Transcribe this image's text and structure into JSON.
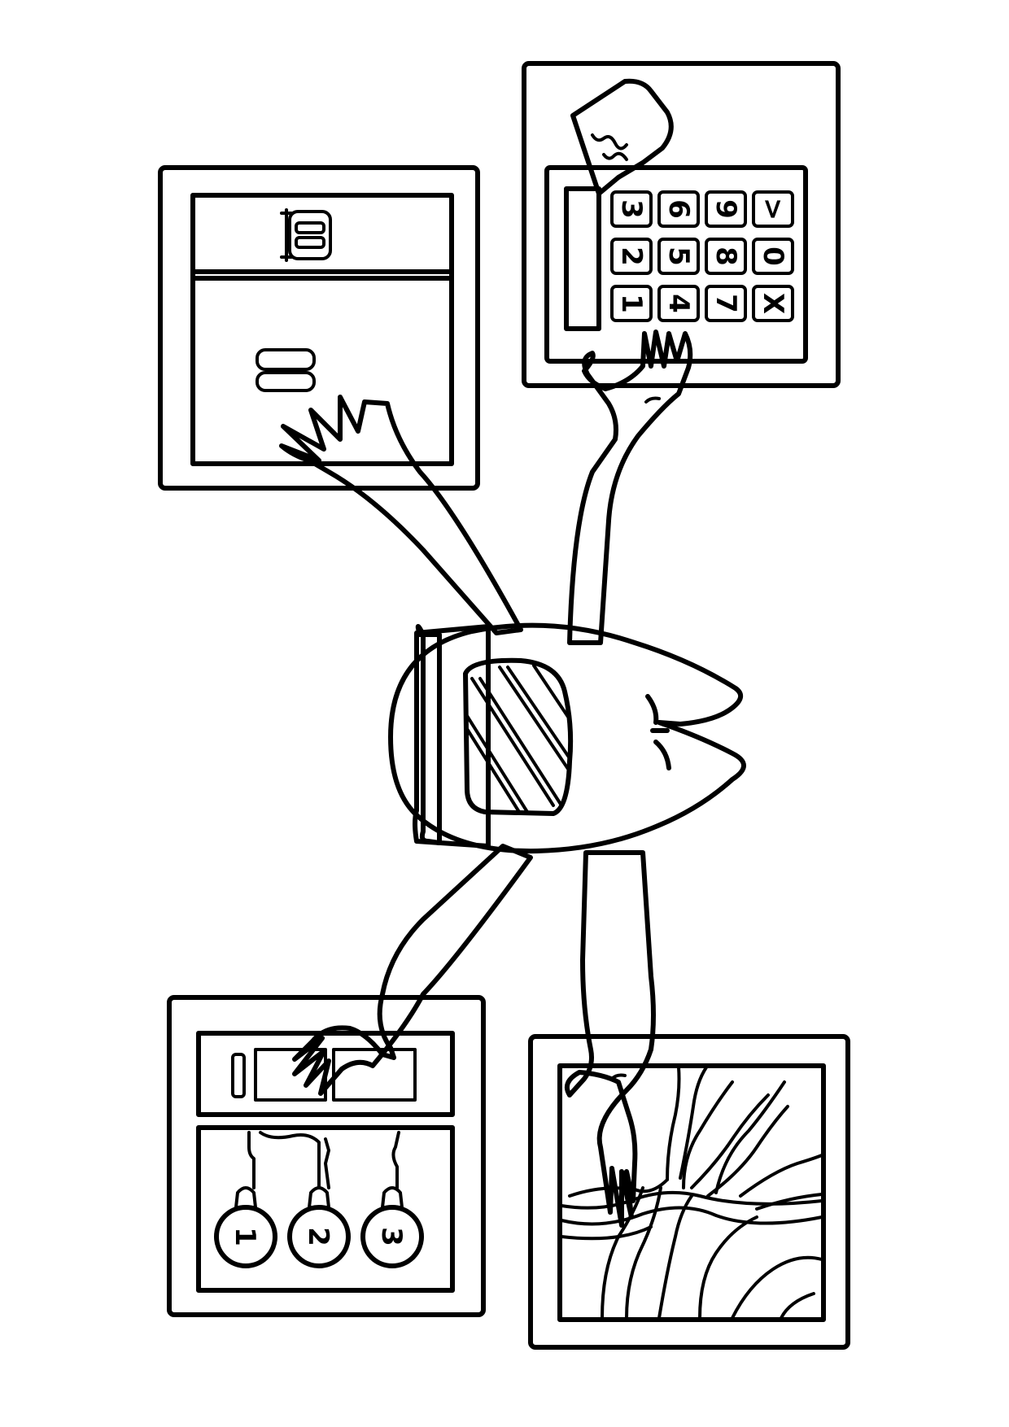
{
  "keypad": {
    "keys": [
      "3",
      "6",
      "9",
      ">",
      "2",
      "5",
      "8",
      "0",
      "1",
      "4",
      "7",
      "X"
    ]
  },
  "switch_panel": {
    "bulbs": [
      "1",
      "2",
      "3"
    ]
  },
  "icons": {
    "crewmate": "crewmate-icon",
    "card": "card-icon",
    "note": "note-icon",
    "bulb": "bulb-icon"
  },
  "colors": {
    "ink": "#000000",
    "paper": "#ffffff"
  }
}
